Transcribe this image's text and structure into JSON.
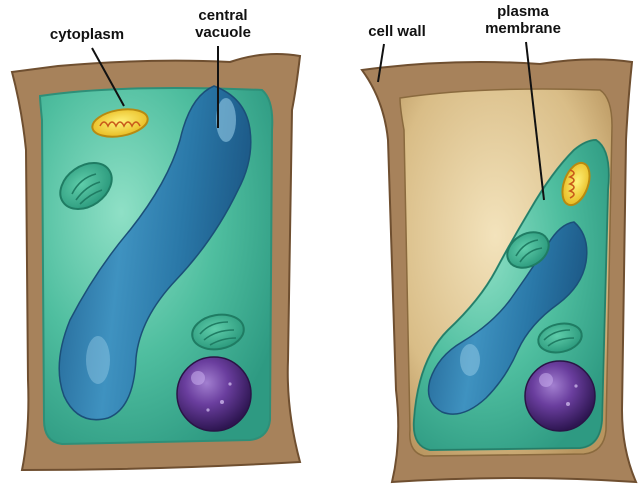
{
  "labels": {
    "cytoplasm": "cytoplasm",
    "central": "central",
    "vacuole": "vacuole",
    "cell_wall": "cell wall",
    "plasma": "plasma",
    "membrane": "membrane"
  },
  "colors": {
    "cell_wall": "#a7825b",
    "cell_wall_dark": "#7d5b3a",
    "cytoplasm": "#56c6a6",
    "cytoplasm_dark": "#2f9b84",
    "vacuole": "#2b78a8",
    "vacuole_light": "#6fb9d9",
    "nucleus": "#5a2f8a",
    "mitochondrion": "#f2d23a",
    "plasmolysis_space": "#dcc28e",
    "label_text": "#111111"
  }
}
